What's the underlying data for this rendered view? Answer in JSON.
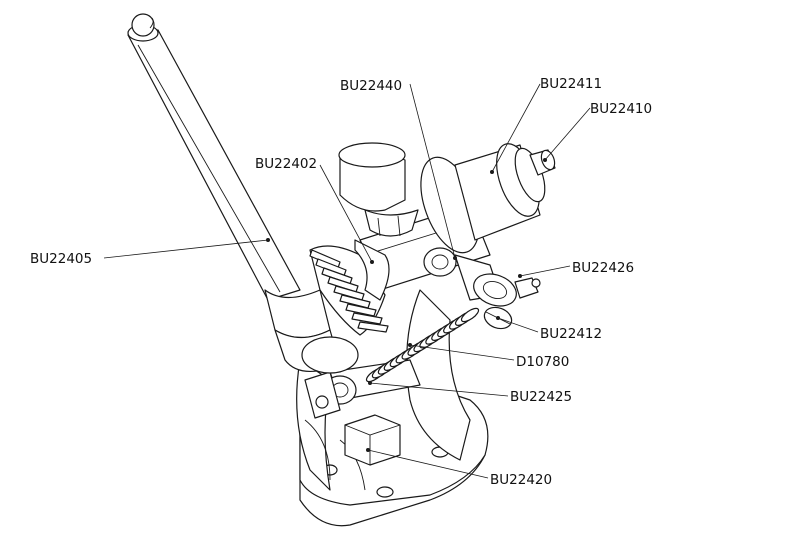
{
  "labels": {
    "bu22440": "BU22440",
    "bu22411": "BU22411",
    "bu22410": "BU22410",
    "bu22402": "BU22402",
    "bu22405": "BU22405",
    "bu22426": "BU22426",
    "bu22412": "BU22412",
    "d10780": "D10780",
    "bu22425": "BU22425",
    "bu22420": "BU22420"
  }
}
